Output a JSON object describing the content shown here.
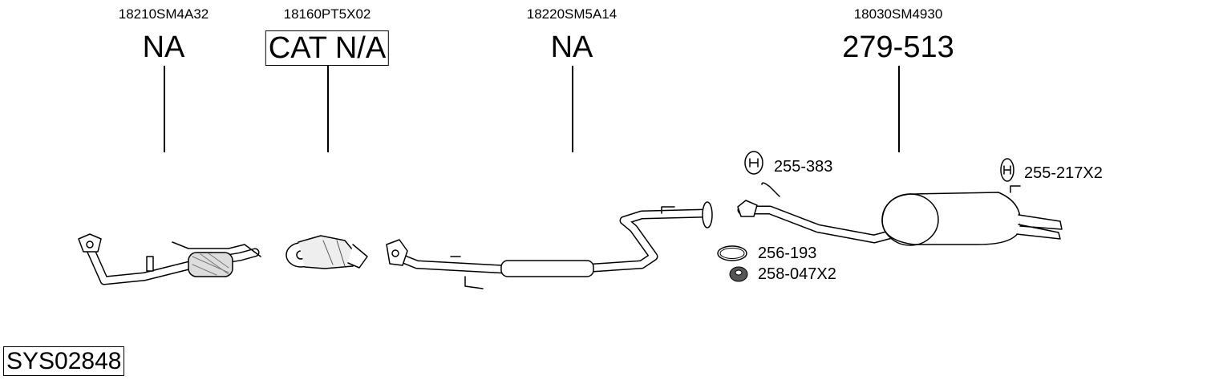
{
  "parts": [
    {
      "oe": "18210SM4A32",
      "label": "NA"
    },
    {
      "oe": "18160PT5X02",
      "label": "CAT N/A"
    },
    {
      "oe": "18220SM5A14",
      "label": "NA"
    },
    {
      "oe": "18030SM4930",
      "label": "279-513"
    }
  ],
  "accessories": [
    {
      "label": "255-383",
      "icon": "rubber-hanger-icon"
    },
    {
      "label": "255-217X2",
      "icon": "rubber-hanger-icon"
    },
    {
      "label": "256-193",
      "icon": "gasket-ring-icon"
    },
    {
      "label": "258-047X2",
      "icon": "flange-nut-icon"
    }
  ],
  "system_code": "SYS02848"
}
